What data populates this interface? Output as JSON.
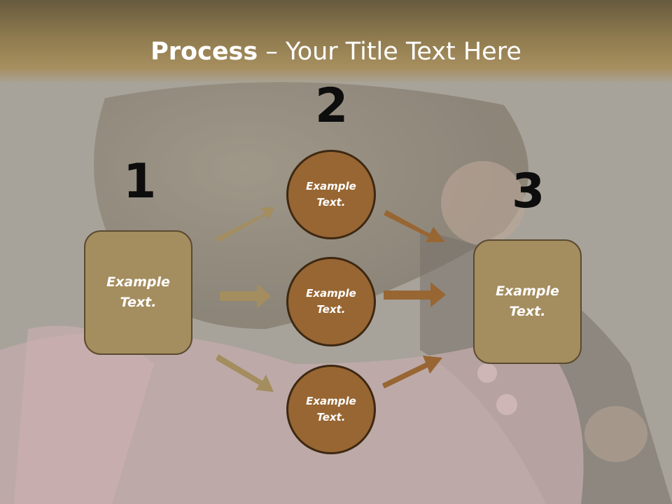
{
  "title": {
    "bold": "Process",
    "rest": " – Your Title Text Here"
  },
  "steps": {
    "n1": "1",
    "n2": "2",
    "n3": "3",
    "box1": "Example\nText.",
    "box3": "Example\nText.",
    "circle_top": "Example\nText.",
    "circle_mid": "Example\nText.",
    "circle_bot": "Example\nText."
  },
  "colors": {
    "title_band": "#8f7b4f",
    "box_fill": "#a48d5e",
    "circle_fill": "#986633",
    "arrow_light": "#a48d5e",
    "arrow_dark": "#986633"
  }
}
